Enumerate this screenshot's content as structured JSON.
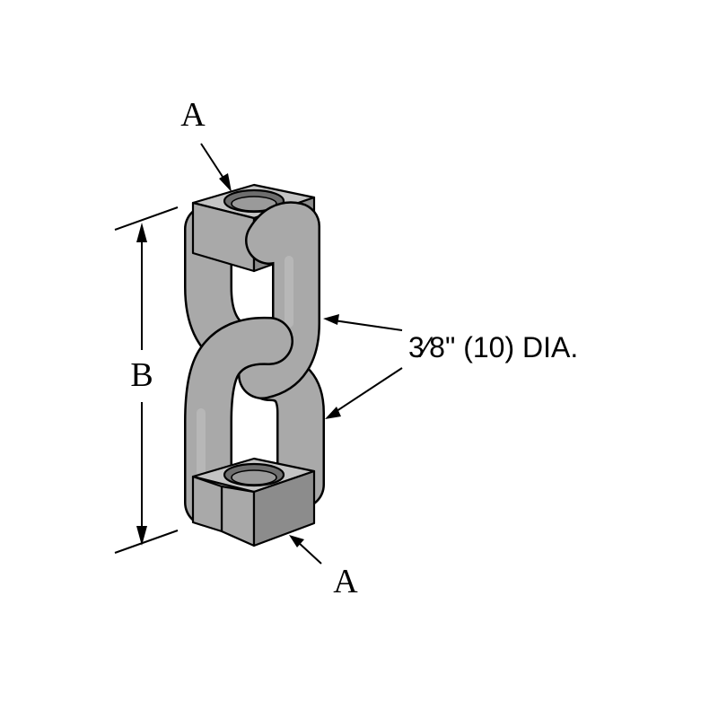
{
  "colors": {
    "background": "#ffffff",
    "metal": "#a9a9a9",
    "metal_light": "#c4c4c4",
    "metal_dark": "#8c8c8c",
    "line": "#000000"
  },
  "labels": {
    "top_nut_callout": "A",
    "bottom_nut_callout": "A",
    "length_dimension": "B",
    "rod_diameter": "3⁄8\" (10) DIA."
  }
}
